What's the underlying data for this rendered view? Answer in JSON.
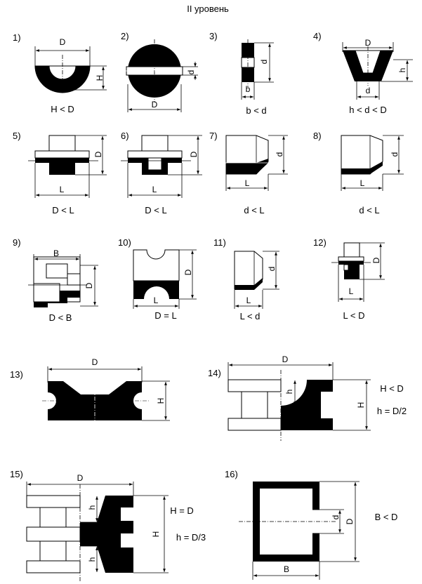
{
  "title": "II уровень",
  "items": [
    {
      "num": "1)",
      "cond": "H < D",
      "dims": [
        "D",
        "H"
      ]
    },
    {
      "num": "2)",
      "cond": "",
      "dims": [
        "D",
        "d"
      ]
    },
    {
      "num": "3)",
      "cond": "b < d",
      "dims": [
        "d",
        "b"
      ]
    },
    {
      "num": "4)",
      "cond": "h < d < D",
      "dims": [
        "D",
        "h",
        "d"
      ]
    },
    {
      "num": "5)",
      "cond": "D < L",
      "dims": [
        "D",
        "L"
      ]
    },
    {
      "num": "6)",
      "cond": "D < L",
      "dims": [
        "D",
        "L"
      ]
    },
    {
      "num": "7)",
      "cond": "d < L",
      "dims": [
        "d",
        "L"
      ]
    },
    {
      "num": "8)",
      "cond": "d < L",
      "dims": [
        "d",
        "L"
      ]
    },
    {
      "num": "9)",
      "cond": "D < B",
      "dims": [
        "B",
        "D"
      ]
    },
    {
      "num": "10)",
      "cond": "D = L",
      "dims": [
        "D",
        "L"
      ]
    },
    {
      "num": "11)",
      "cond": "L < d",
      "dims": [
        "d",
        "L"
      ]
    },
    {
      "num": "12)",
      "cond": "L < D",
      "dims": [
        "D",
        "L"
      ]
    },
    {
      "num": "13)",
      "cond": "",
      "dims": [
        "D",
        "H"
      ]
    },
    {
      "num": "14)",
      "cond": "H < D",
      "cond2": "h = D/2",
      "dims": [
        "D",
        "h",
        "H"
      ]
    },
    {
      "num": "15)",
      "cond": "H = D",
      "cond2": "h = D/3",
      "dims": [
        "D",
        "h",
        "H",
        "h"
      ]
    },
    {
      "num": "16)",
      "cond": "B < D",
      "dims": [
        "d",
        "D",
        "B"
      ]
    }
  ]
}
